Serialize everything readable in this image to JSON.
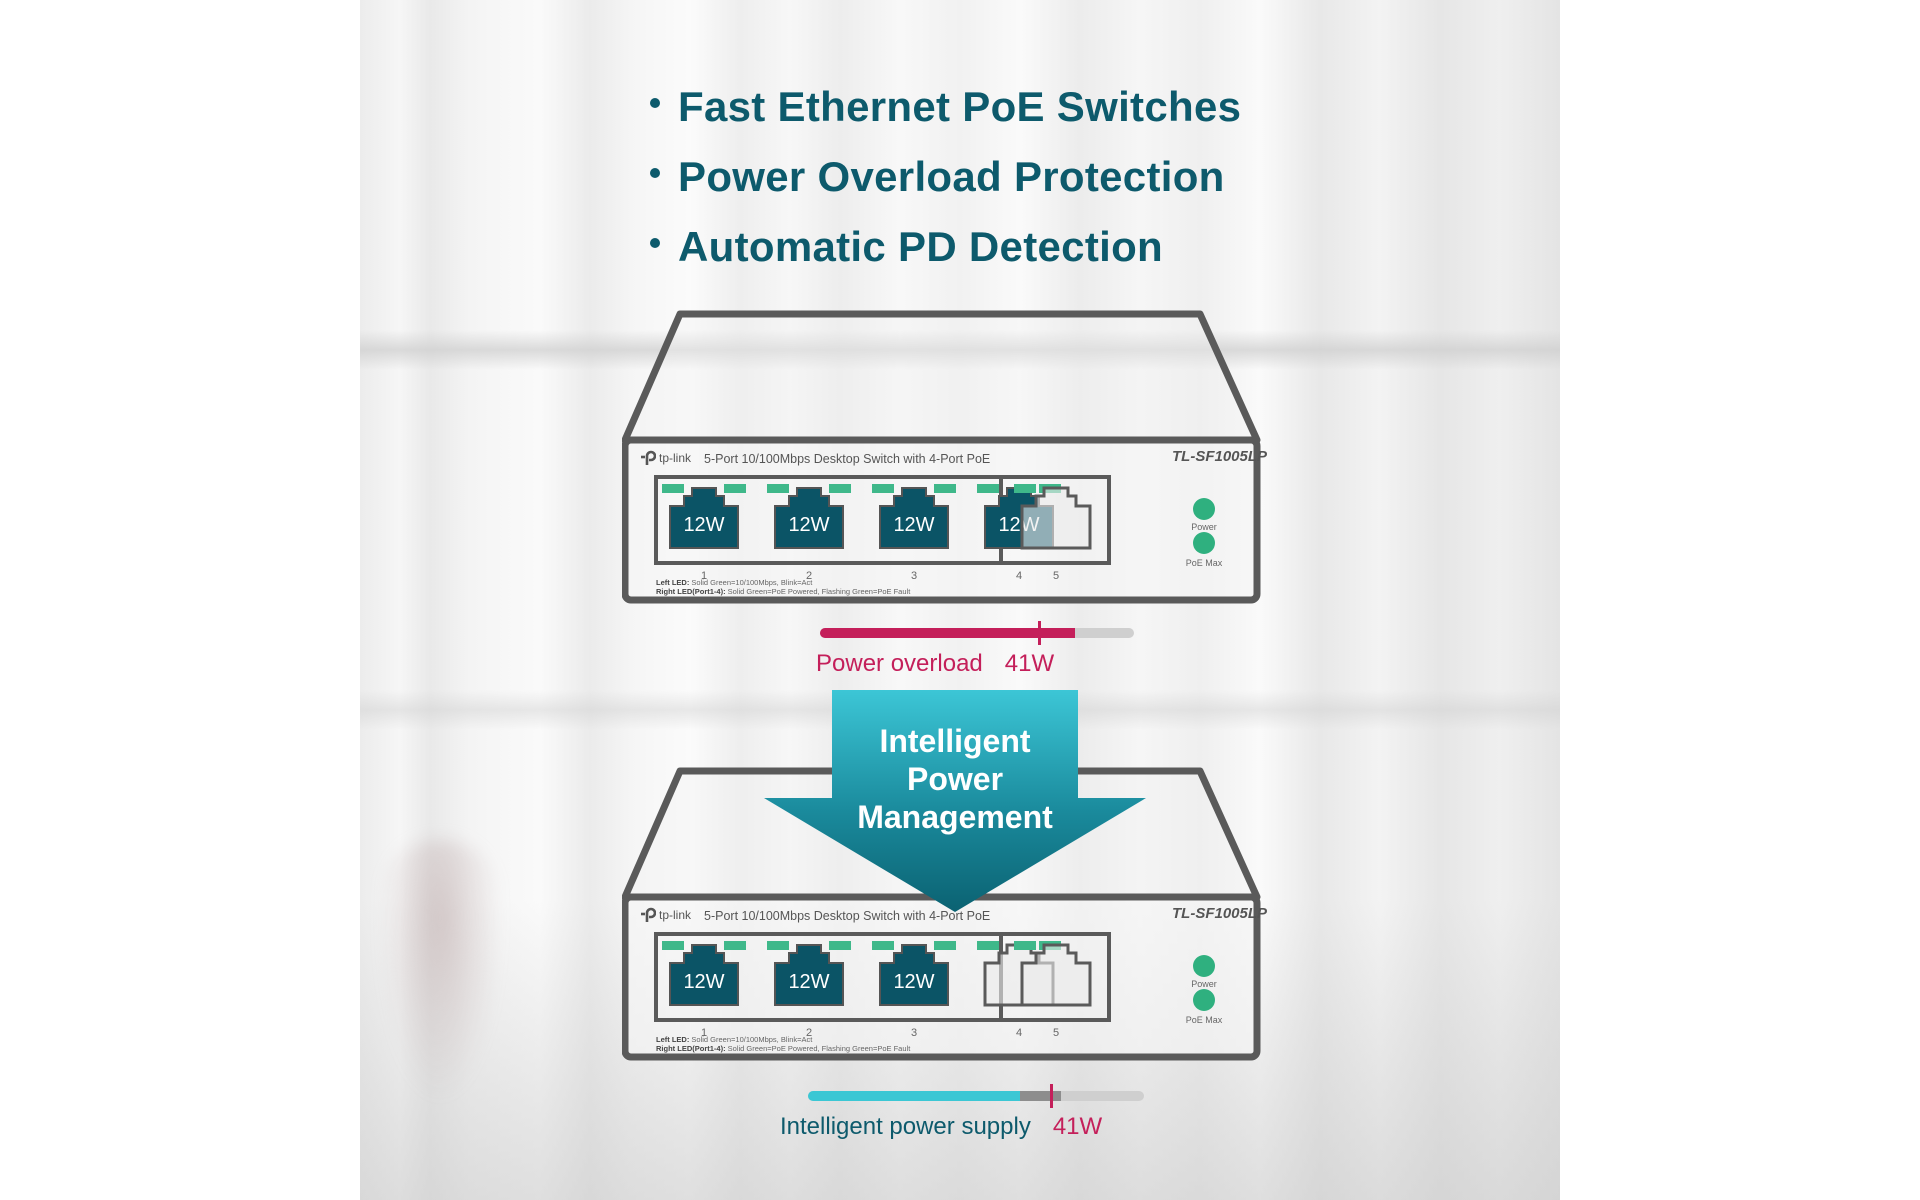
{
  "features": [
    "Fast Ethernet PoE Switches",
    "Power Overload Protection",
    "Automatic PD Detection"
  ],
  "colors": {
    "heading": "#0d5a6c",
    "port_active": "#0b5466",
    "led_green": "#3fb88a",
    "overload": "#c41f5a",
    "intelligent": "#3bc7d4",
    "arrow_top": "#3cc3d3",
    "arrow_bottom": "#0d6b7c",
    "device_outline": "#5a5a5a"
  },
  "device": {
    "brand": "tp-link",
    "description": "5-Port 10/100Mbps Desktop Switch with 4-Port PoE",
    "model": "TL-SF1005LP",
    "status_leds": [
      "Power",
      "PoE Max"
    ],
    "legend_left_title": "Left LED:",
    "legend_left_text": "Solid Green=10/100Mbps, Blink=Act",
    "legend_right_title": "Right LED(Port1-4):",
    "legend_right_text": "Solid Green=PoE Powered, Flashing Green=PoE Fault",
    "port_numbers": [
      "1",
      "2",
      "3",
      "4",
      "5"
    ]
  },
  "scenario_overload": {
    "ports": [
      {
        "number": "1",
        "poe": true,
        "watt": "12W"
      },
      {
        "number": "2",
        "poe": true,
        "watt": "12W"
      },
      {
        "number": "3",
        "poe": true,
        "watt": "12W"
      },
      {
        "number": "4",
        "poe": true,
        "watt": "12W"
      },
      {
        "number": "5",
        "poe": false,
        "watt": ""
      }
    ],
    "meter": {
      "label": "Power overload",
      "value_label": "41W",
      "load_w": 48,
      "budget_w": 41,
      "scale_max_w": 59
    }
  },
  "arrow": {
    "lines": [
      "Intelligent",
      "Power",
      "Management"
    ]
  },
  "scenario_intelligent": {
    "ports": [
      {
        "number": "1",
        "poe": true,
        "watt": "12W"
      },
      {
        "number": "2",
        "poe": true,
        "watt": "12W"
      },
      {
        "number": "3",
        "poe": true,
        "watt": "12W"
      },
      {
        "number": "4",
        "poe": false,
        "watt": ""
      },
      {
        "number": "5",
        "poe": false,
        "watt": ""
      }
    ],
    "meter": {
      "label": "Intelligent power supply",
      "value_label": "41W",
      "load_w": 36,
      "budget_w": 41,
      "scale_max_w": 57
    }
  }
}
